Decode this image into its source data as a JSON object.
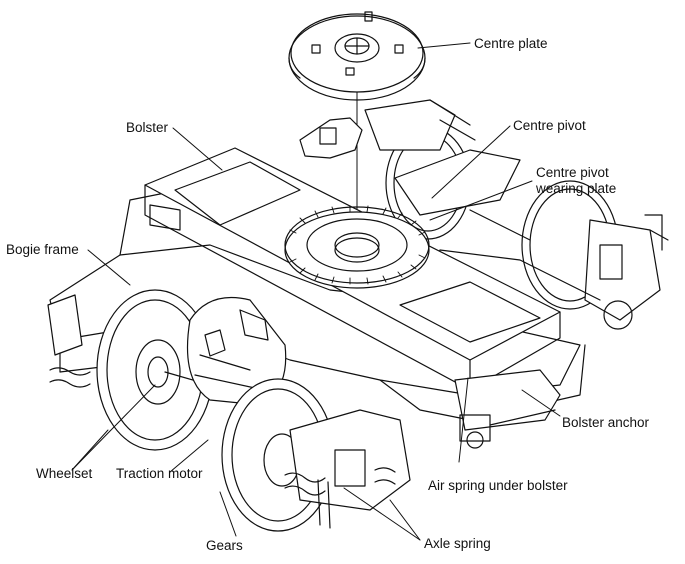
{
  "labels": {
    "centre_plate": "Centre plate",
    "bolster": "Bolster",
    "centre_pivot": "Centre pivot",
    "centre_pivot_wearing_plate_line1": "Centre pivot",
    "centre_pivot_wearing_plate_line2": "wearing plate",
    "bogie_frame": "Bogie frame",
    "bolster_anchor": "Bolster anchor",
    "wheelset": "Wheelset",
    "traction_motor": "Traction motor",
    "air_spring_under_bolster": "Air spring under bolster",
    "gears": "Gears",
    "axle_spring": "Axle spring"
  },
  "colors": {
    "ink": "#111111",
    "paper": "#ffffff"
  }
}
